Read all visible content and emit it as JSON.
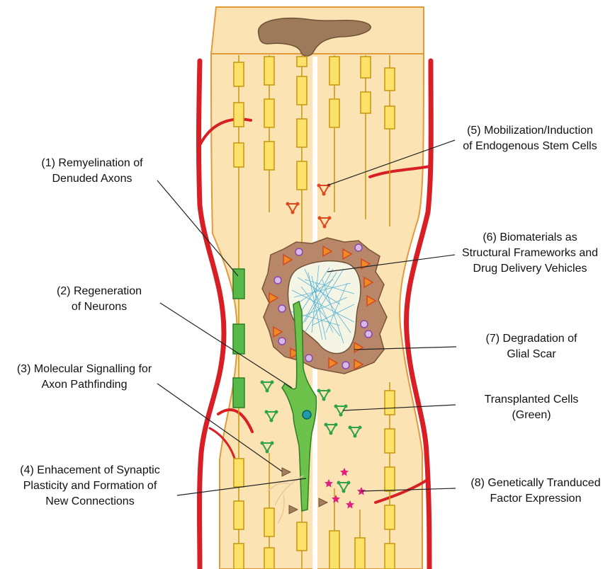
{
  "labels": {
    "remyelination": {
      "line1": "(1) Remyelination of",
      "line2": "Denuded Axons"
    },
    "regeneration": {
      "line1": "(2) Regeneration",
      "line2": "of Neurons"
    },
    "signalling": {
      "line1": "(3) Molecular Signalling for",
      "line2": "Axon Pathfinding"
    },
    "plasticity": {
      "line1": "(4) Enhacement of Synaptic",
      "line2": "Plasticity and Formation of",
      "line3": "New Connections"
    },
    "stem_cells": {
      "line1": "(5) Mobilization/Induction",
      "line2": "of Endogenous Stem Cells"
    },
    "biomaterials": {
      "line1": "(6) Biomaterials as",
      "line2": "Structural Frameworks and",
      "line3": "Drug Delivery Vehicles"
    },
    "glial_scar": {
      "line1": "(7) Degradation of",
      "line2": "Glial Scar"
    },
    "transplanted": {
      "line1": "Transplanted Cells",
      "line2": "(Green)"
    },
    "genetic": {
      "line1": "(8) Genetically Tranduced",
      "line2": "Factor Expression"
    }
  },
  "colors": {
    "cord_fill": "#fbe3b4",
    "cord_outline": "#e29a3c",
    "vessel": "#d81f26",
    "axon_fill": "#fde26a",
    "axon_stroke": "#c8960c",
    "myelin_green": "#57b947",
    "neuron_green": "#6cc24a",
    "scar_brown": "#b8876a",
    "grey_matter": "#9c7a5a",
    "cavity": "#f5f5e6",
    "fibers": "#5ab4d6",
    "triangle_fill": "#f08a24",
    "triangle_stroke": "#d0491f",
    "circle_fill": "#d7b9e8",
    "circle_stroke": "#8a4aa8",
    "star_magenta": "#e0207c",
    "brown_triangle": "#a27e5c",
    "neuron_nucleus": "#1f9aa6"
  }
}
